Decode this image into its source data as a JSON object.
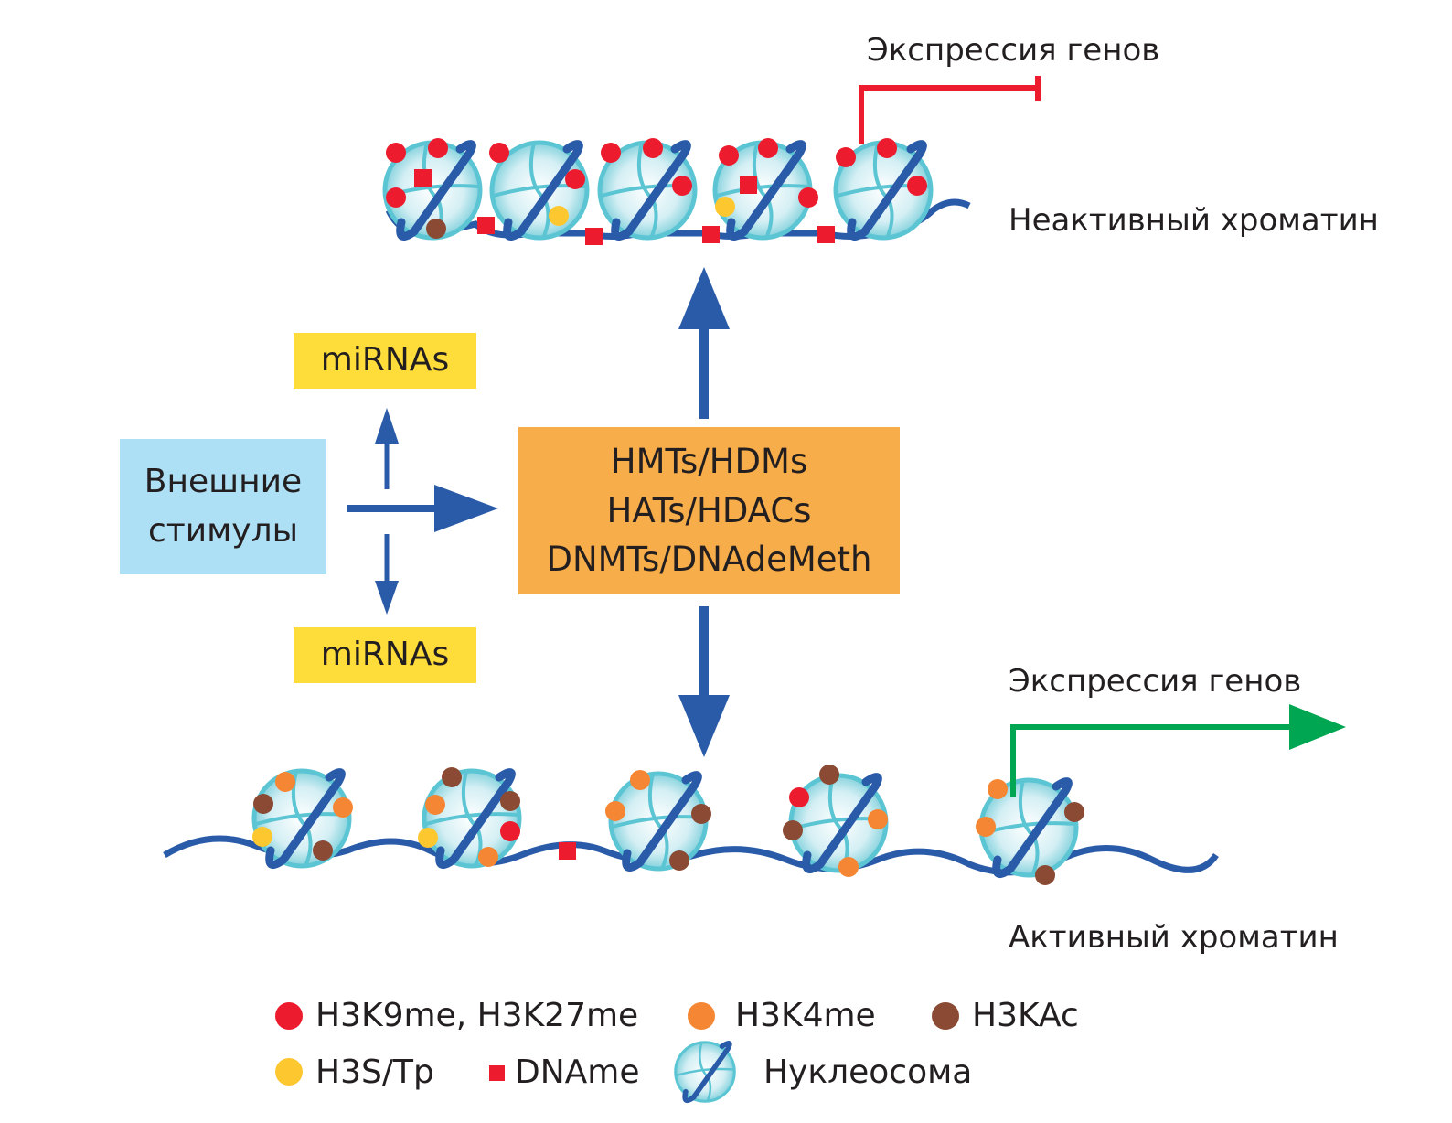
{
  "title_top_expression": "Экспрессия генов",
  "inactive_label": "Неактивный хроматин",
  "active_expression": "Экспрессия генов",
  "active_label": "Активный хроматин",
  "stimuli": {
    "line1": "Внешние",
    "line2": "стимулы"
  },
  "mirna_top": "miRNAs",
  "mirna_bottom": "miRNAs",
  "enzymes": {
    "line1": "HMTs/HDMs",
    "line2": "HATs/HDACs",
    "line3": "DNMTs/DNAdeMeth"
  },
  "legend": {
    "h3k9": "H3K9me, H3K27me",
    "h3k4": "H3K4me",
    "h3kac": "H3KAc",
    "h3st": "H3S/Tp",
    "dname": "DNAme",
    "nucleosome": "Нуклеосома"
  },
  "colors": {
    "red": "#ec1c2e",
    "orange": "#f58634",
    "brown": "#8b4a33",
    "yellow": "#fdc82f",
    "arrow_blue": "#2a5ba8",
    "green": "#00a651",
    "stimuli_box": "#aee0f5",
    "mirna_box": "#fedd3a",
    "enzyme_box": "#f7ad4a"
  }
}
